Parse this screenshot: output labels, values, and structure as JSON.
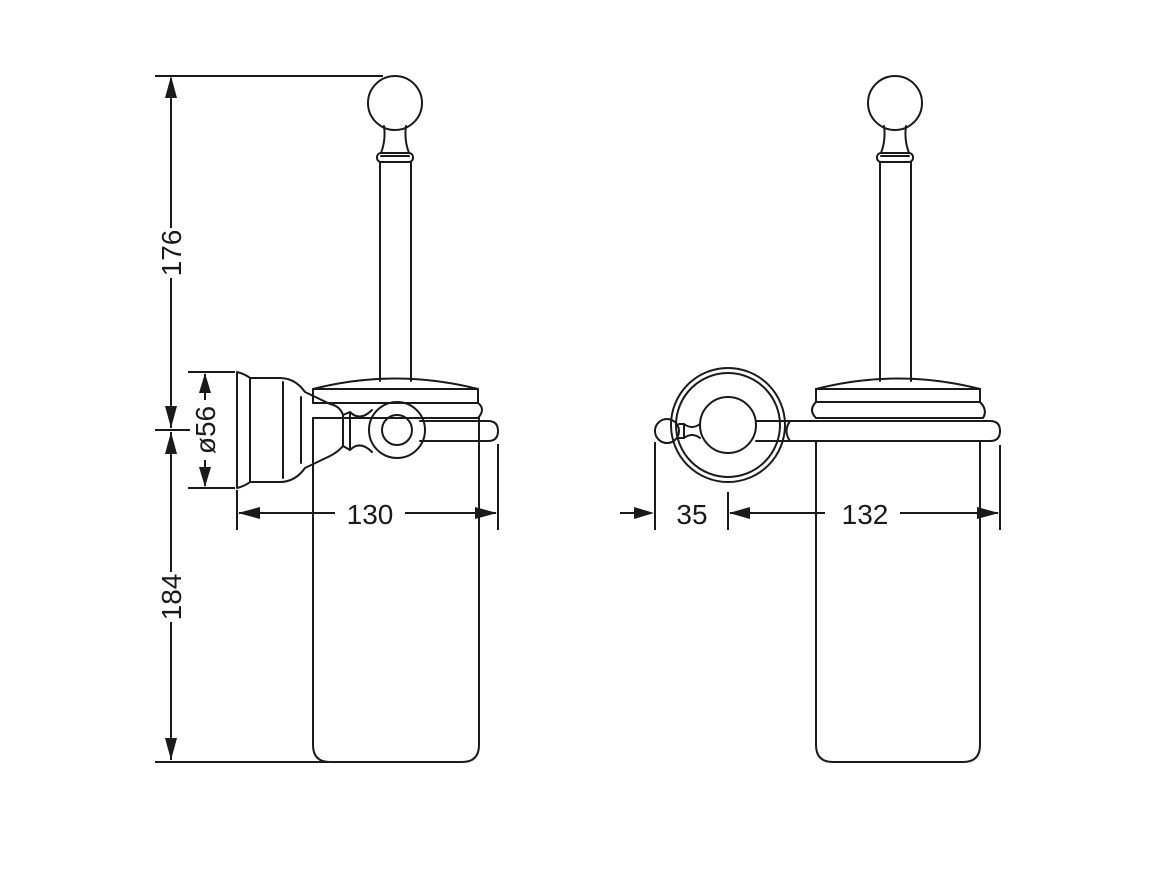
{
  "drawing": {
    "views": [
      "side-view",
      "front-view"
    ],
    "dimensions": {
      "upper_height": "176",
      "lower_height": "184",
      "wall_plate_diameter": "ø56",
      "side_depth": "130",
      "front_offset": "35",
      "front_width": "132"
    },
    "unit": "mm"
  }
}
